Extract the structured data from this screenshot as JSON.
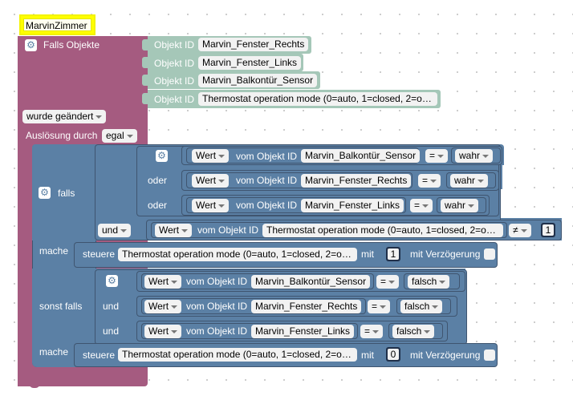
{
  "title": "MarvinZimmer",
  "trigger": {
    "header": "Falls Objekte",
    "object_label": "Objekt ID",
    "objects": [
      "Marvin_Fenster_Rechts",
      "Marvin_Fenster_Links",
      "Marvin_Balkontür_Sensor",
      "Thermostat operation mode (0=auto, 1=closed, 2=o…"
    ],
    "change_value": "wurde geändert",
    "trigger_by_label": "Auslösung durch",
    "trigger_by_value": "egal"
  },
  "if_block": {
    "falls": "falls",
    "oder": "oder",
    "und": "und",
    "mache": "mache",
    "sonst_falls": "sonst falls",
    "wert": "Wert",
    "vom_objekt_id": "vom Objekt ID",
    "conditions": [
      {
        "object": "Marvin_Balkontür_Sensor",
        "op": "=",
        "value": "wahr"
      },
      {
        "object": "Marvin_Fenster_Rechts",
        "op": "=",
        "value": "wahr"
      },
      {
        "object": "Marvin_Fenster_Links",
        "op": "=",
        "value": "wahr"
      }
    ],
    "thermo_condition": {
      "object": "Thermostat operation mode (0=auto, 1=closed, 2=o…",
      "op": "≠",
      "value": "1"
    },
    "else_conditions": [
      {
        "object": "Marvin_Balkontür_Sensor",
        "op": "=",
        "value": "falsch"
      },
      {
        "object": "Marvin_Fenster_Rechts",
        "op": "=",
        "value": "falsch"
      },
      {
        "object": "Marvin_Fenster_Links",
        "op": "=",
        "value": "falsch"
      }
    ],
    "action1": {
      "label": "steuere",
      "object": "Thermostat operation mode (0=auto, 1=closed, 2=o…",
      "mit": "mit",
      "value": "1",
      "delay_label": "mit Verzögerung"
    },
    "action2": {
      "label": "steuere",
      "object": "Thermostat operation mode (0=auto, 1=closed, 2=o…",
      "mit": "mit",
      "value": "0",
      "delay_label": "mit Verzögerung"
    }
  },
  "colors": {
    "trigger": "#a55b80",
    "logic": "#5b80a5",
    "trigger_value": "#a5c7b8",
    "title_highlight": "#ffff00",
    "background": "#ffffff"
  }
}
